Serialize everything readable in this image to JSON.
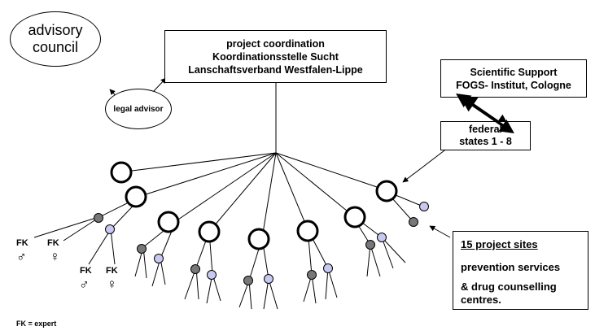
{
  "advisory_council": {
    "line1": "advisory",
    "line2": "council"
  },
  "legal_advisor": {
    "label": "legal advisor"
  },
  "project_coordination": {
    "line1": "project coordination",
    "line2": "Koordinationsstelle Sucht",
    "line3": "Lanschaftsverband Westfalen-Lippe"
  },
  "scientific_support": {
    "line1": "Scientific Support",
    "line2": "FOGS- Institut, Cologne"
  },
  "federal_states": {
    "line1": "federal",
    "line2": "states 1 - 8"
  },
  "project_sites": {
    "title": "15  project sites",
    "line2": "prevention services",
    "line3": "& drug counselling",
    "line4": "centres."
  },
  "experts": {
    "fk": "FK",
    "male_symbol": "♂",
    "female_symbol": "♀",
    "legend": "FK = expert"
  },
  "colors": {
    "male_node": "#777777",
    "female_node": "#c8c8f0",
    "line": "#000000"
  }
}
